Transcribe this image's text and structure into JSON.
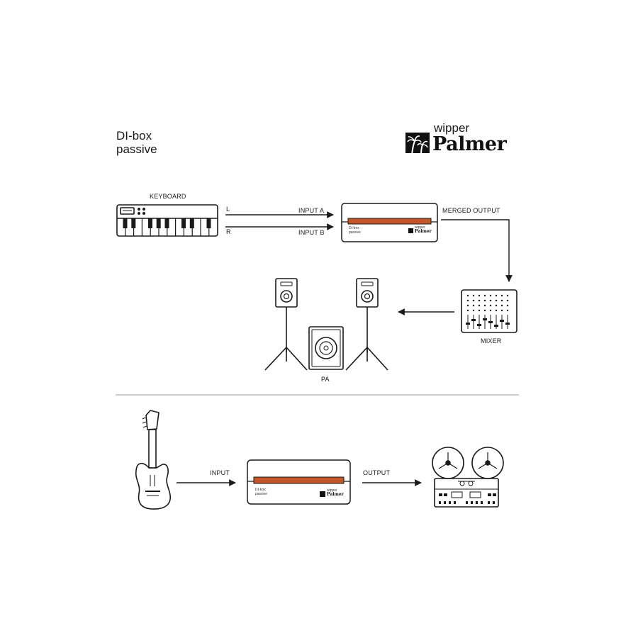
{
  "title": {
    "line1": "DI-box",
    "line2": "passive"
  },
  "brand": {
    "top": "wipper",
    "name": "Palmer"
  },
  "labels": {
    "keyboard": "KEYBOARD",
    "l": "L",
    "r": "R",
    "input_a": "INPUT A",
    "input_b": "INPUT B",
    "merged_output": "MERGED OUTPUT",
    "mixer": "MIXER",
    "pa": "PA",
    "input": "INPUT",
    "output": "OUTPUT"
  },
  "device": {
    "line1": "DI-box",
    "line2": "passive",
    "brand_top": "wipper",
    "brand_name": "Palmer",
    "accent": "#c4562a"
  },
  "colors": {
    "stroke": "#1a1a1a",
    "accent": "#c4562a",
    "divider": "#999999"
  }
}
